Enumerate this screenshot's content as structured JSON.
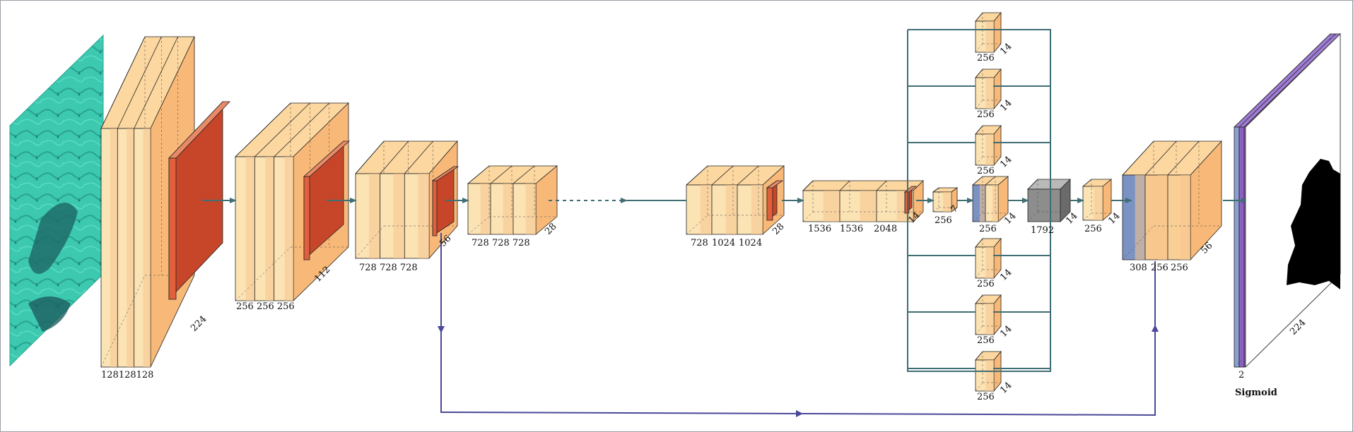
{
  "colors": {
    "conv_front": "#fbe3b4",
    "conv_front_alt": "#f7c78e",
    "conv_top": "#fcd7a0",
    "conv_side": "#f8b978",
    "pool": "#e0603c",
    "pool_dark": "#c7462a",
    "arrow": "#3f6e74",
    "skip": "#4a4897",
    "unpool": "#7b93c4",
    "concat": "#6b6b6b",
    "sigmoid_blue": "#8aa0d0",
    "sigmoid_purple": "#8e60c4",
    "input_image": "#3cc9b0"
  },
  "icons": {
    "input": "satellite-input-image",
    "output": "segmentation-mask-output"
  },
  "layers": {
    "block1": {
      "channels": [
        "128",
        "128",
        "128"
      ],
      "size": "224"
    },
    "block2": {
      "channels": [
        "256",
        "256",
        "256"
      ],
      "size": "112"
    },
    "block3": {
      "channels": [
        "728",
        "728",
        "728"
      ],
      "size": "56"
    },
    "block4": {
      "channels": [
        "728",
        "728",
        "728"
      ],
      "size": "28"
    },
    "block5": {
      "channels": [
        "728",
        "1024",
        "1024"
      ],
      "size": "28"
    },
    "block6": {
      "channels": [
        "1536",
        "1536",
        "2048"
      ],
      "size": "14"
    },
    "gap": {
      "channels": "256",
      "size": "7"
    },
    "aspp": {
      "channels": "256",
      "size": "14"
    },
    "center": {
      "channels": "256",
      "size": "14"
    },
    "concat": {
      "channels": "1792",
      "size": "14"
    },
    "proj": {
      "channels": "256",
      "size": "14"
    },
    "decoder": {
      "channels": [
        "308",
        "256",
        "256"
      ],
      "size": "56"
    },
    "output": {
      "channels": "2",
      "size": "224",
      "label": "Sigmoid"
    }
  }
}
